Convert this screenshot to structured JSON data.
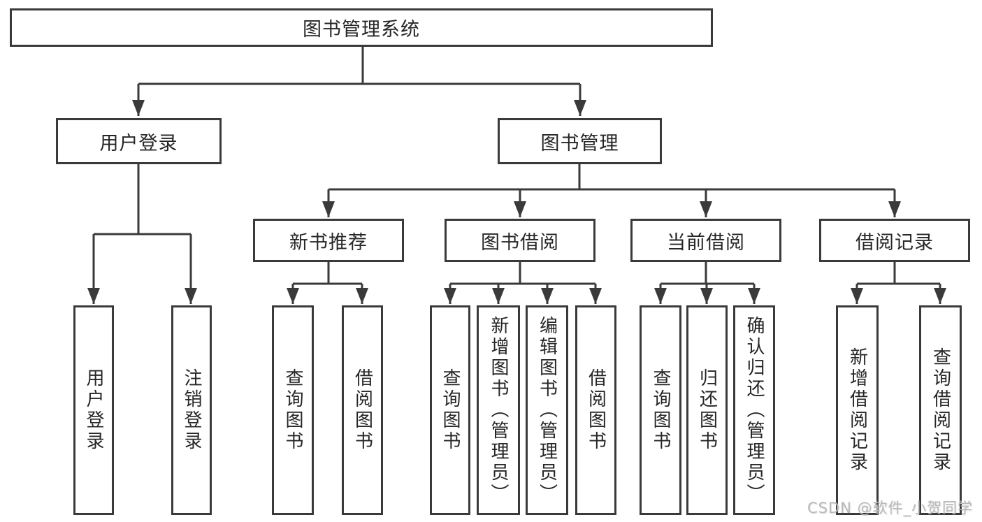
{
  "tree": {
    "label": "图书管理系统",
    "children": [
      {
        "label": "用户登录",
        "children": [
          {
            "label": "用户登录"
          },
          {
            "label": "注销登录"
          }
        ]
      },
      {
        "label": "图书管理",
        "children": [
          {
            "label": "新书推荐",
            "children": [
              {
                "label": "查询图书"
              },
              {
                "label": "借阅图书"
              }
            ]
          },
          {
            "label": "图书借阅",
            "children": [
              {
                "label": "查询图书"
              },
              {
                "label": "新增图书（管理员）"
              },
              {
                "label": "编辑图书（管理员）"
              },
              {
                "label": "借阅图书"
              }
            ]
          },
          {
            "label": "当前借阅",
            "children": [
              {
                "label": "查询图书"
              },
              {
                "label": "归还图书"
              },
              {
                "label": "确认归还（管理员）"
              }
            ]
          },
          {
            "label": "借阅记录",
            "children": [
              {
                "label": "新增借阅记录"
              },
              {
                "label": "查询借阅记录"
              }
            ]
          }
        ]
      }
    ]
  },
  "watermark": "CSDN @软件_小贺同学",
  "colors": {
    "line": "#3a3a3a",
    "text": "#262626",
    "background": "#ffffff",
    "watermark": "#b9b9b9"
  }
}
